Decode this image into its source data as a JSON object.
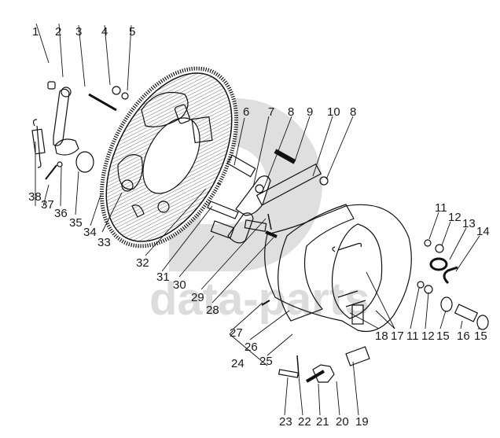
{
  "diagram": {
    "type": "exploded-parts-view",
    "subject": "drum brake assembly",
    "watermark": "data-parts",
    "callouts": [
      {
        "label": "1",
        "part": "bushing"
      },
      {
        "label": "2",
        "part": "lever"
      },
      {
        "label": "3",
        "part": "bolt"
      },
      {
        "label": "4",
        "part": "nut"
      },
      {
        "label": "5",
        "part": "washer"
      },
      {
        "label": "6",
        "part": "pin"
      },
      {
        "label": "7",
        "part": "bracket"
      },
      {
        "label": "8",
        "part": "washer"
      },
      {
        "label": "9",
        "part": "bolt"
      },
      {
        "label": "10",
        "part": "link-arm"
      },
      {
        "label": "8",
        "part": "washer"
      },
      {
        "label": "11",
        "part": "lock-washer"
      },
      {
        "label": "12",
        "part": "nut"
      },
      {
        "label": "13",
        "part": "washer"
      },
      {
        "label": "14",
        "part": "hook"
      },
      {
        "label": "11",
        "part": "lock-washer"
      },
      {
        "label": "12",
        "part": "nut"
      },
      {
        "label": "15",
        "part": "spring-cup"
      },
      {
        "label": "16",
        "part": "spring"
      },
      {
        "label": "15",
        "part": "spring-cup"
      },
      {
        "label": "17",
        "part": "adjuster-plates"
      },
      {
        "label": "18",
        "part": "shoe-spring"
      },
      {
        "label": "19",
        "part": "adjuster-sleeve"
      },
      {
        "label": "20",
        "part": "star-wheel"
      },
      {
        "label": "21",
        "part": "adjuster-screw"
      },
      {
        "label": "22",
        "part": "cotter-pin"
      },
      {
        "label": "23",
        "part": "pin"
      },
      {
        "label": "24",
        "part": "brake-shoe-assembly"
      },
      {
        "label": "25",
        "part": "brake-shoe"
      },
      {
        "label": "26",
        "part": "brake-lining"
      },
      {
        "label": "27",
        "part": "rivet"
      },
      {
        "label": "28",
        "part": "pin"
      },
      {
        "label": "29",
        "part": "cotter-pin"
      },
      {
        "label": "30",
        "part": "cam-shaft-lever"
      },
      {
        "label": "31",
        "part": "link"
      },
      {
        "label": "32",
        "part": "bracket"
      },
      {
        "label": "33",
        "part": "backing-plate"
      },
      {
        "label": "34",
        "part": "drum"
      },
      {
        "label": "35",
        "part": "seal"
      },
      {
        "label": "36",
        "part": "nut"
      },
      {
        "label": "37",
        "part": "bolt"
      },
      {
        "label": "38",
        "part": "return-spring"
      }
    ]
  }
}
